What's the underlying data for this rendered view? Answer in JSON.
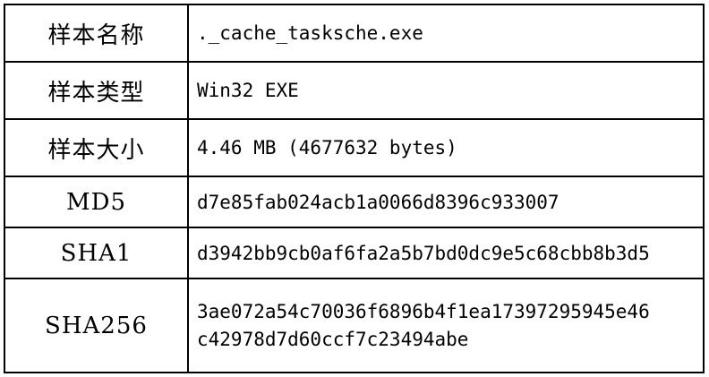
{
  "table": {
    "rows": [
      {
        "key": "sample-name",
        "label": "样本名称",
        "value": "._cache_tasksche.exe"
      },
      {
        "key": "sample-type",
        "label": "样本类型",
        "value": "Win32 EXE"
      },
      {
        "key": "sample-size",
        "label": "样本大小",
        "value": "4.46 MB (4677632 bytes)"
      },
      {
        "key": "md5",
        "label": "MD5",
        "value": "d7e85fab024acb1a0066d8396c933007"
      },
      {
        "key": "sha1",
        "label": "SHA1",
        "value": "d3942bb9cb0af6fa2a5b7bd0dc9e5c68cbb8b3d5"
      },
      {
        "key": "sha256",
        "label": "SHA256",
        "value": "3ae072a54c70036f6896b4f1ea17397295945e46c42978d7d60ccf7c23494abe"
      }
    ],
    "colors": {
      "border": "#000000",
      "background": "#ffffff",
      "text": "#000000"
    }
  }
}
